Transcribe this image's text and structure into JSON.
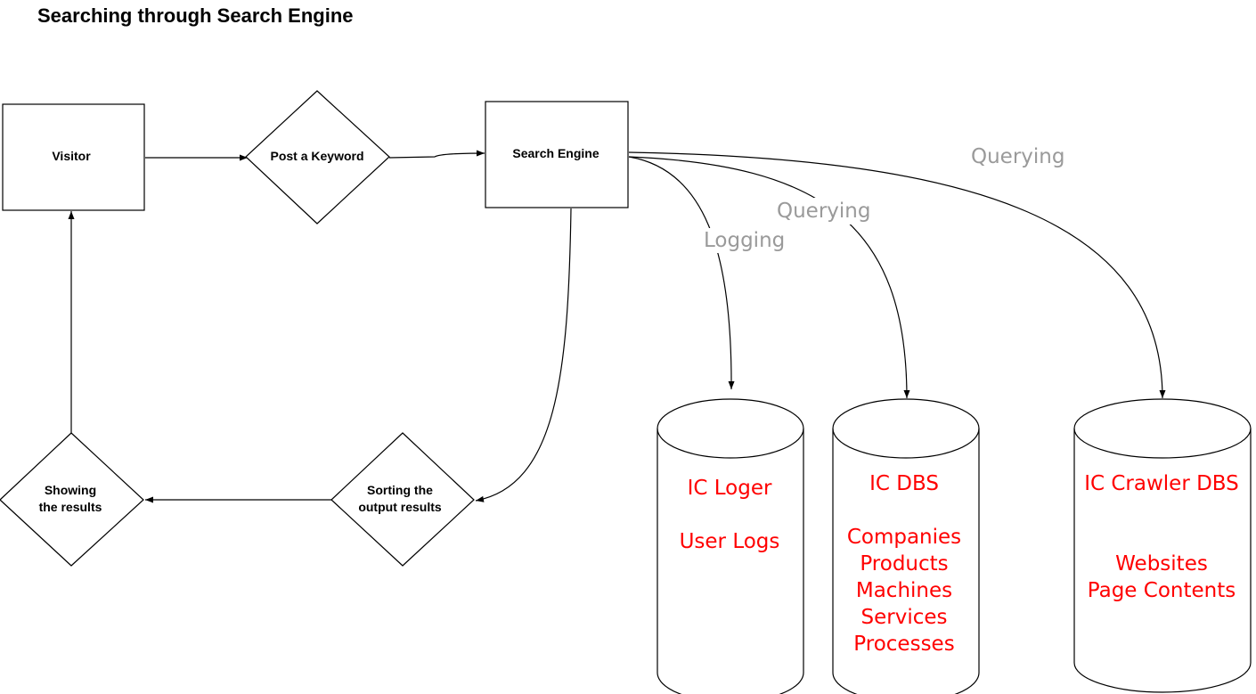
{
  "diagram": {
    "title": "Searching through Search Engine",
    "nodes": {
      "visitor": "Visitor",
      "post_keyword": "Post a Keyword",
      "search_engine": "Search Engine",
      "sorting": [
        "Sorting the",
        "output results"
      ],
      "showing": [
        "Showing",
        "the results"
      ]
    },
    "edge_labels": {
      "logging": "Logging",
      "querying_db": "Querying",
      "querying_crawler": "Querying"
    },
    "databases": {
      "loger": {
        "name": "IC Loger",
        "items": [
          "User Logs"
        ]
      },
      "dbs": {
        "name": "IC DBS",
        "items": [
          "Companies",
          "Products",
          "Machines",
          "Services",
          "Processes"
        ]
      },
      "crawler": {
        "name": "IC Crawler DBS",
        "items": [
          "Websites",
          "Page Contents"
        ]
      }
    }
  },
  "colors": {
    "edge_label": "#9a9a9a",
    "db_text": "#ff0000",
    "stroke": "#000000"
  }
}
